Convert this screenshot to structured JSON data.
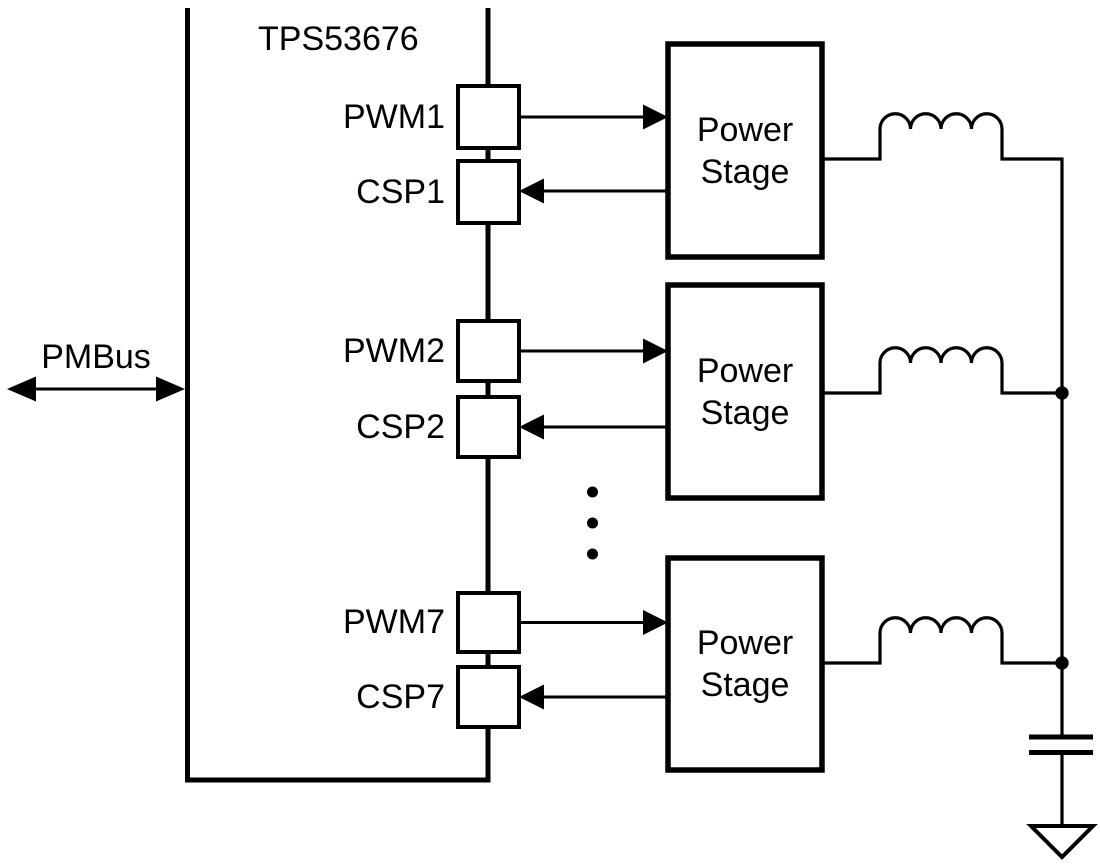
{
  "title": "TPS53676",
  "pmbus": {
    "label": "PMBus"
  },
  "pins": [
    {
      "label": "PWM1",
      "direction": "output"
    },
    {
      "label": "CSP1",
      "direction": "input"
    },
    {
      "label": "PWM2",
      "direction": "output"
    },
    {
      "label": "CSP2",
      "direction": "input"
    },
    {
      "label": "PWM7",
      "direction": "output"
    },
    {
      "label": "CSP7",
      "direction": "input"
    }
  ],
  "power_stages": [
    {
      "line1": "Power",
      "line2": "Stage"
    },
    {
      "line1": "Power",
      "line2": "Stage"
    },
    {
      "line1": "Power",
      "line2": "Stage"
    }
  ],
  "colors": {
    "line": "#000000",
    "background": "#ffffff",
    "text": "#000000"
  }
}
